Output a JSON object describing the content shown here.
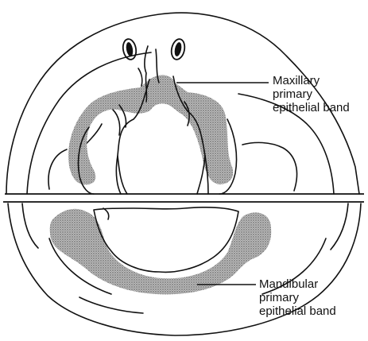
{
  "labels": {
    "maxillary": {
      "line1": "Maxillary",
      "line2": "primary",
      "line3": "epithelial band"
    },
    "mandibular": {
      "line1": "Mandibular",
      "line2": "primary",
      "line3": "epithelial band"
    }
  },
  "colors": {
    "ink": "#111111",
    "band_fill": "#9a9a9a",
    "paper": "#ffffff"
  }
}
